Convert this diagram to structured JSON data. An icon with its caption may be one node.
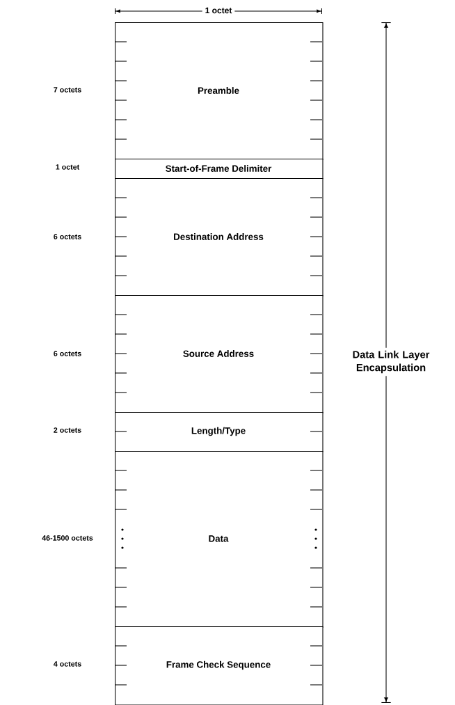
{
  "diagram": {
    "nodes": [
      {
        "text": [
          "Preamble"
        ]
      },
      {
        "text": [
          "Start-of-Frame Delimiter"
        ]
      },
      {
        "text": [
          "Destination Address"
        ]
      },
      {
        "text": [
          "Source Address"
        ]
      },
      {
        "text": [
          "Length/Type"
        ]
      },
      {
        "text": [
          "Data"
        ]
      },
      {
        "text": [
          "Frame Check Sequence"
        ]
      }
    ],
    "labels": [
      "1 octet",
      "7 octets",
      "1 octet",
      "6 octets",
      "6 octets",
      "Data Link Layer Encapsulation",
      "2 octets",
      "46-1500 octets",
      "4 octets"
    ]
  }
}
